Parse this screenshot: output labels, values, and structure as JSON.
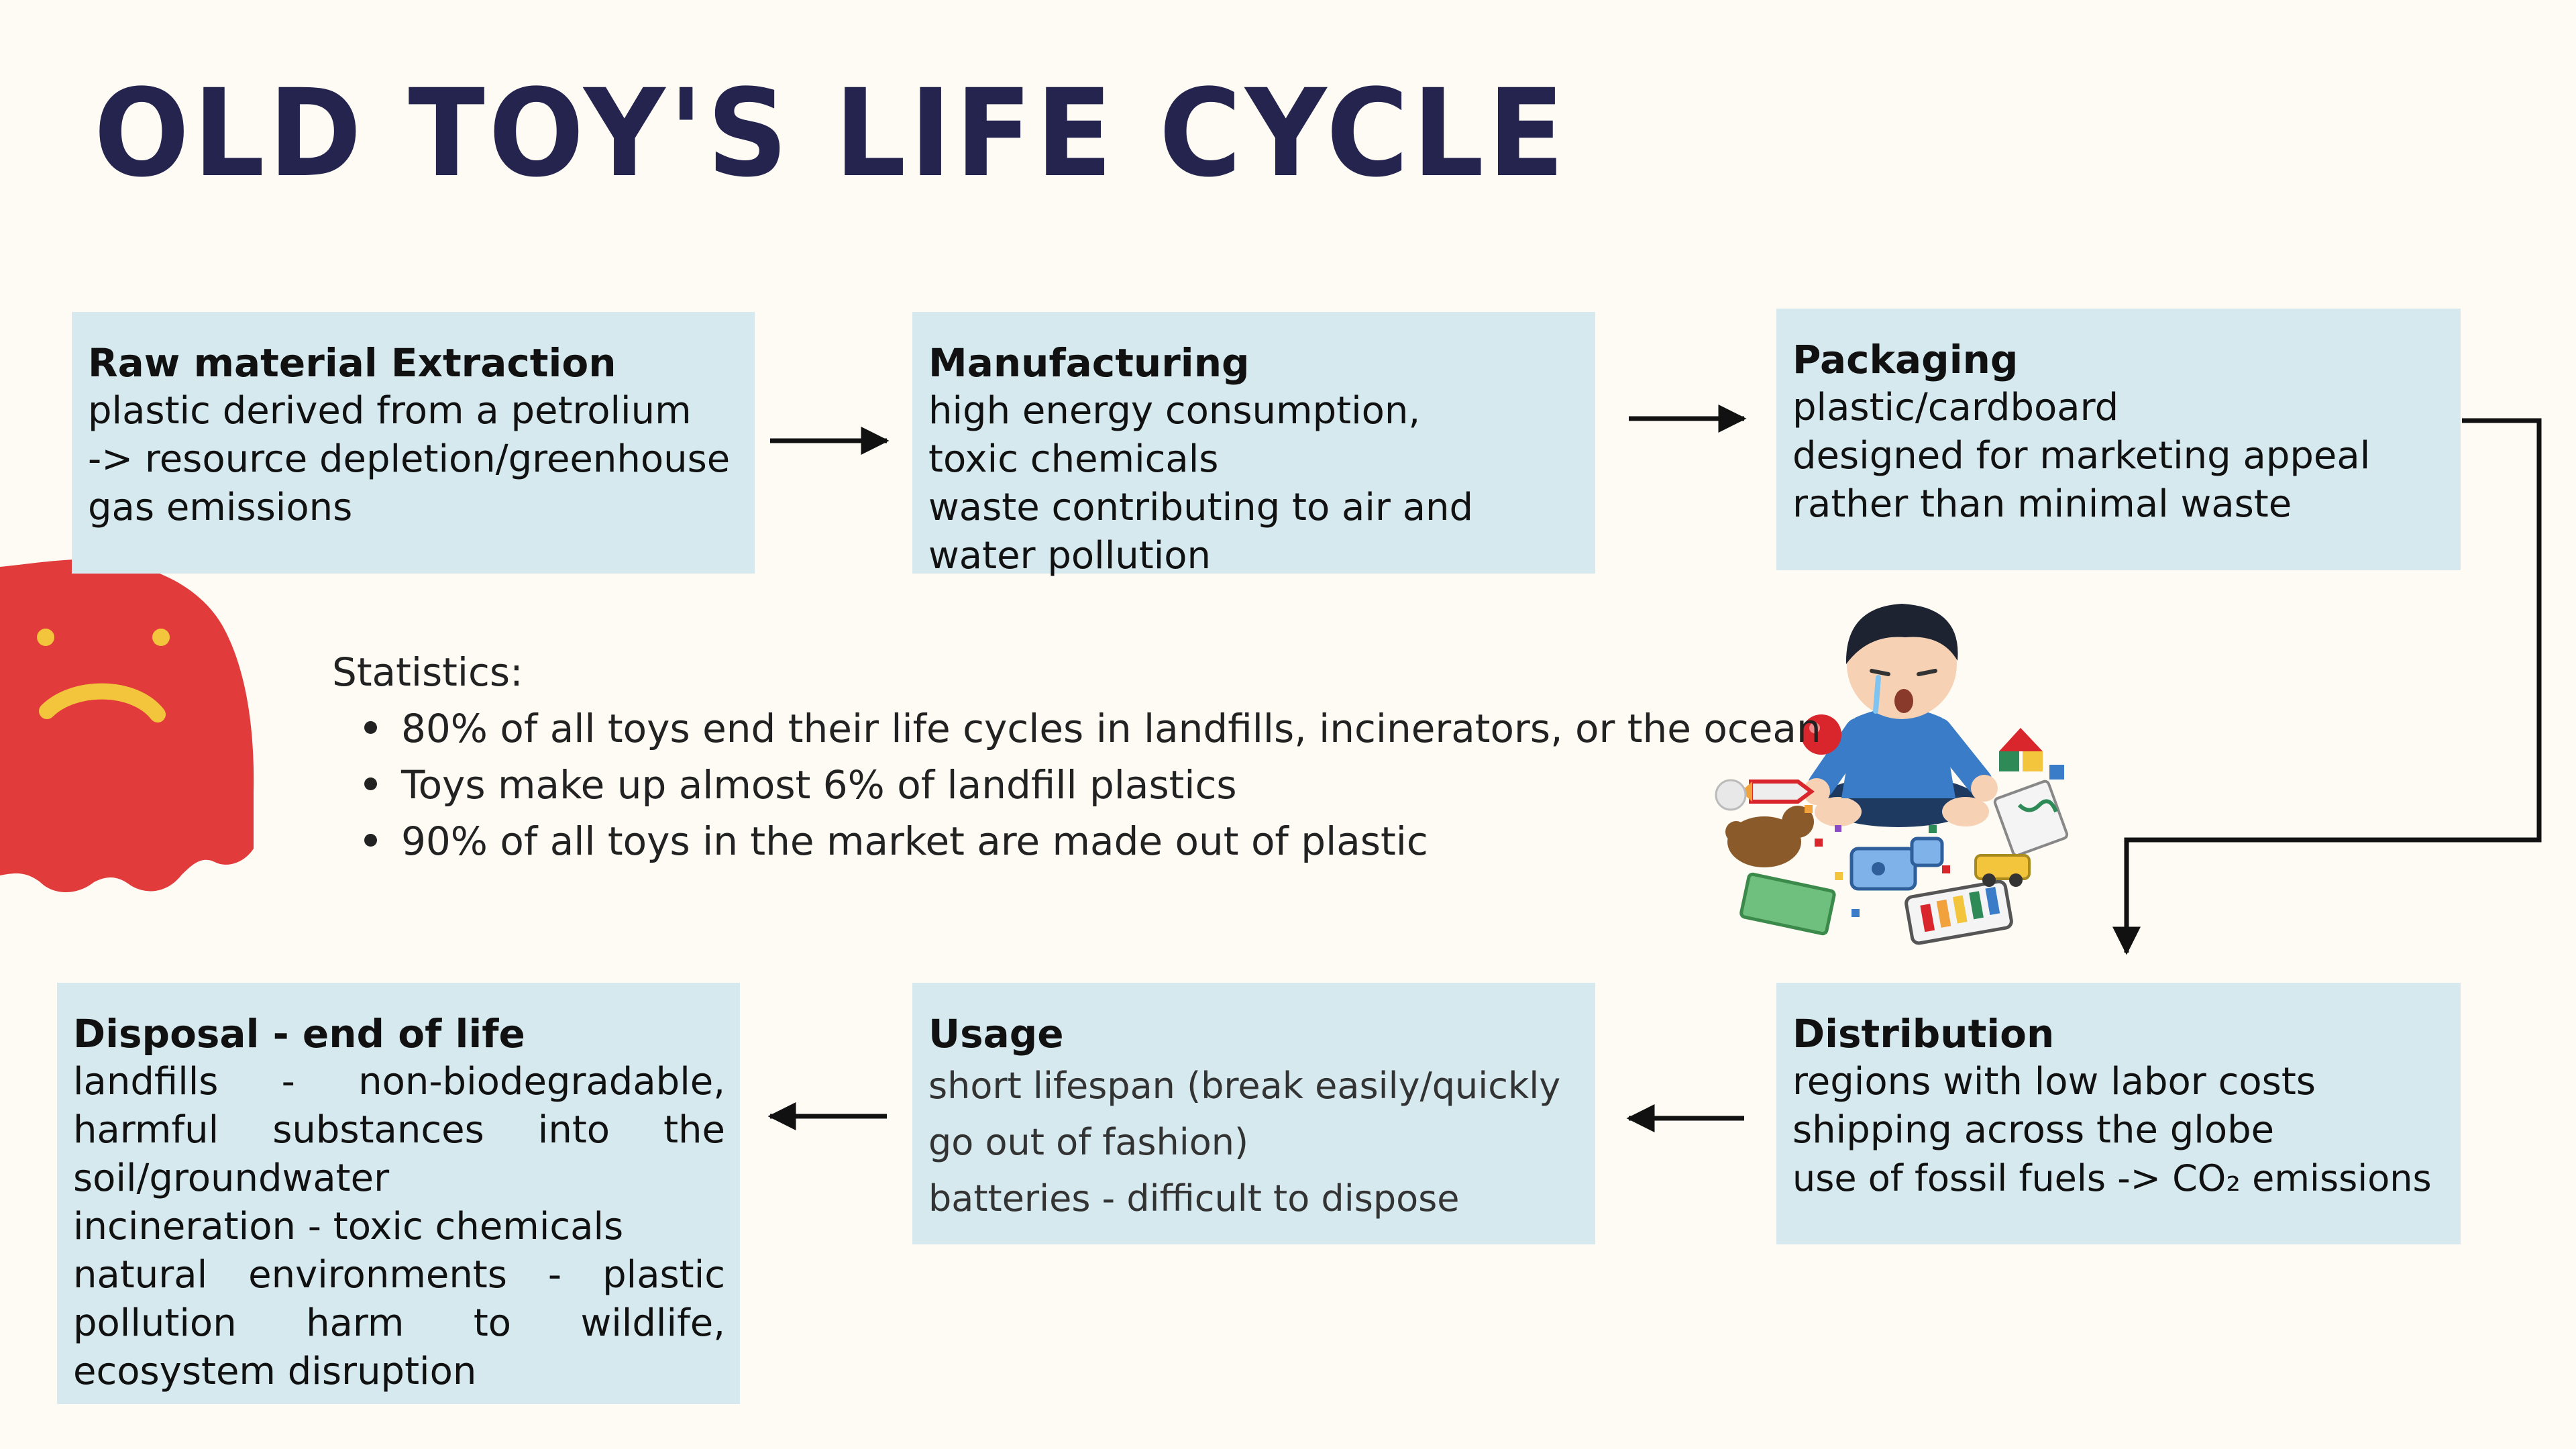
{
  "title": "Old toy's life cycle",
  "stages": {
    "raw_material": {
      "title": "Raw material Extraction",
      "lines": [
        "plastic derived from a petrolium",
        "-> resource depletion/greenhouse",
        "gas emissions"
      ]
    },
    "manufacturing": {
      "title": "Manufacturing",
      "lines": [
        "high energy consumption,",
        "toxic chemicals",
        "waste contributing to air and",
        "water pollution"
      ]
    },
    "packaging": {
      "title": "Packaging",
      "lines": [
        "plastic/cardboard",
        "designed for marketing appeal",
        "rather than minimal waste"
      ]
    },
    "distribution": {
      "title": "Distribution",
      "lines": [
        "regions with low labor costs",
        "shipping across the globe",
        "use of fossil fuels -> CO₂ emissions"
      ]
    },
    "usage": {
      "title": "Usage",
      "lines": [
        "short lifespan (break easily/quickly",
        "go out of fashion)",
        "batteries - difficult to dispose"
      ]
    },
    "disposal": {
      "title": "Disposal - end of life",
      "lines": [
        "landfills - non-biodegradable,",
        "harmful substances into the",
        "soil/groundwater",
        "incineration - toxic chemicals",
        "natural environments - plastic",
        "pollution harm to wildlife,",
        "ecosystem disruption"
      ]
    }
  },
  "statistics": {
    "heading": "Statistics:",
    "items": [
      "80% of all toys end their life cycles in landfills, incinerators, or the ocean",
      "Toys make up almost 6% of landfill plastics",
      "90% of all toys in the market are made out of plastic"
    ]
  },
  "colors": {
    "background": "#fdfbf3",
    "box": "#d5e9ee",
    "title": "#25244f",
    "ghost": "#e23b3b"
  },
  "icons": [
    "sad-ghost-icon",
    "crying-child-with-toys-icon",
    "arrow-right-icon",
    "arrow-left-icon",
    "arrow-down-icon"
  ]
}
